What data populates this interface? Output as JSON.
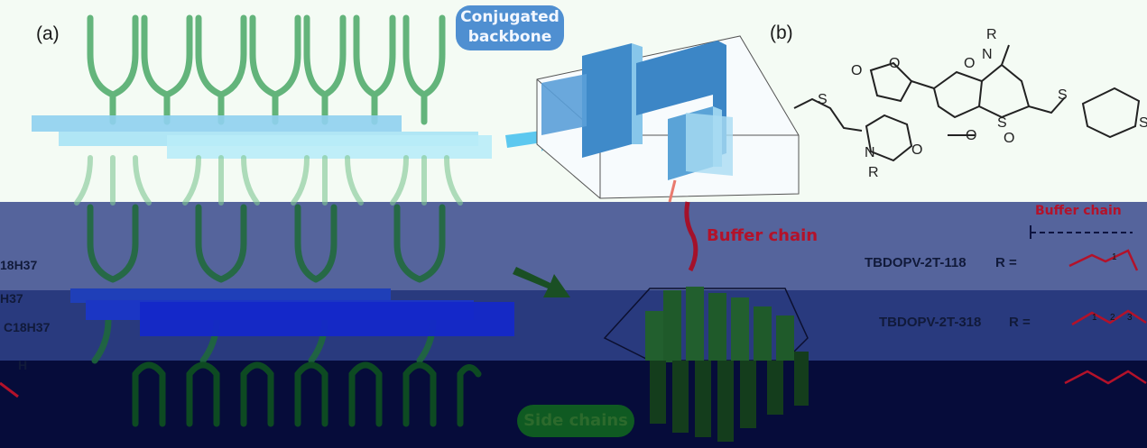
{
  "panels": {
    "a": "(a)",
    "b": "(b)"
  },
  "labels": {
    "conjugated_backbone_line1": "Conjugated",
    "conjugated_backbone_line2": "backbone",
    "buffer_chain": "Buffer chain",
    "buffer_chain_small": "Buffer chain",
    "side_chains": "Side chains",
    "r_equals_1": "R =",
    "r_equals_2": "R ="
  },
  "molecules": [
    "TBDOPV-2T-118",
    "TBDOPV-2T-318"
  ],
  "structure_atoms": {
    "o_lactone_left": "O",
    "o_ring_left": "O",
    "o_lactam": "O",
    "n_top": "N",
    "r_top": "R",
    "s_thiophene_left": "S",
    "s_thiophene_mid": "S",
    "s_bithiophene": "S",
    "s_edge": "S",
    "o_lower_right": "O",
    "o_ester": "O",
    "n_bottom": "N",
    "r_bottom": "R",
    "o_bottom_lactam": "O"
  },
  "left_fragments": [
    "18H37",
    "H37",
    "C18H37",
    "H"
  ],
  "chain_numbers": [
    "1",
    "1",
    "2",
    "3"
  ],
  "colors": {
    "top_band": "#f4fbf4",
    "mid_band": "#55649c",
    "lower_band": "#293a7e",
    "bottom_band": "#060c3a",
    "backbone": "#5fa8e0",
    "side_chain": "#2f9a4c",
    "buffer": "#c01230"
  }
}
